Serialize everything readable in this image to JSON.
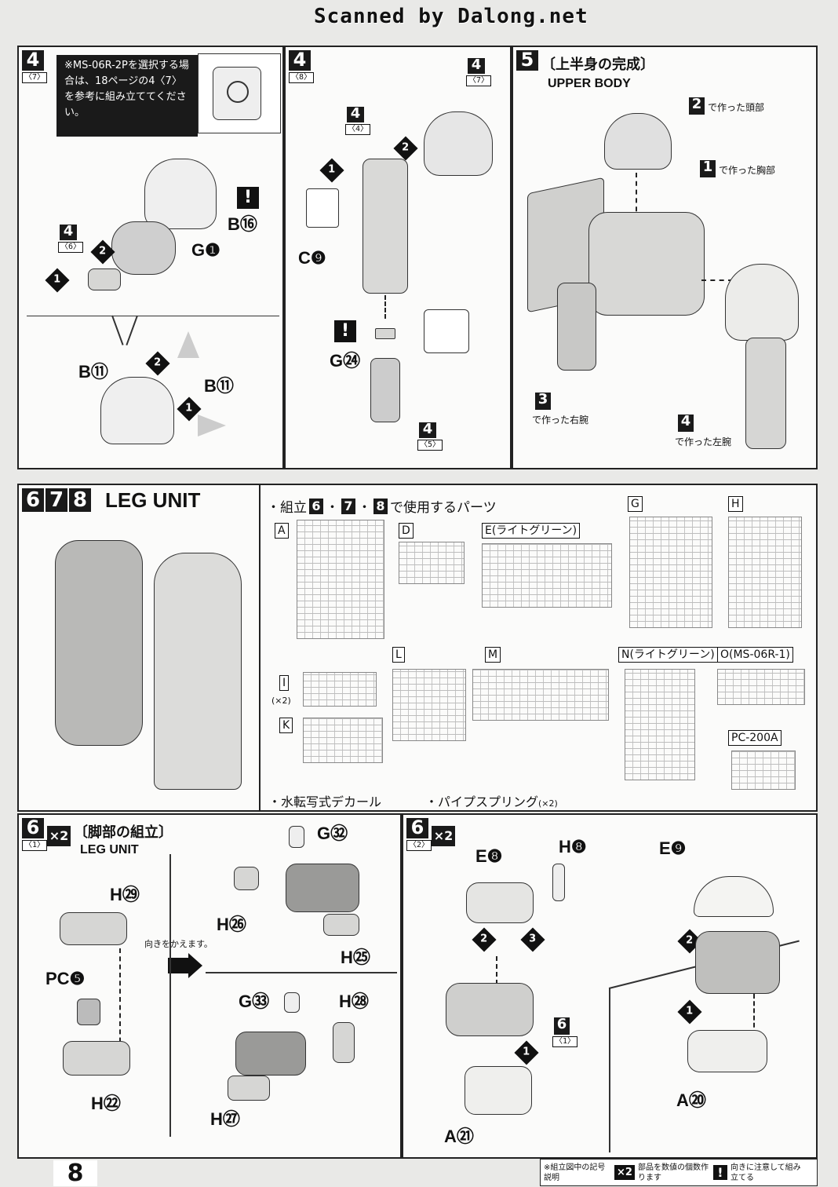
{
  "header": {
    "scan_credit": "Scanned by Dalong.net"
  },
  "panels": {
    "step4_7": {
      "num": "4",
      "sub": "〈7〉",
      "note": "※MS-06R-2Pを選択する場合は、18ページの4〈7〉を参考に組み立ててください。",
      "labels": [
        "B⑯",
        "G❶",
        "B⑪",
        "B⑪"
      ],
      "ref": {
        "num": "4",
        "sub": "〈6〉"
      }
    },
    "step4_8": {
      "num": "4",
      "sub": "〈8〉",
      "labels": [
        "C❾",
        "G㉔"
      ],
      "refs": [
        {
          "num": "4",
          "sub": "〈4〉"
        },
        {
          "num": "4",
          "sub": "〈7〉"
        },
        {
          "num": "4",
          "sub": "〈5〉"
        }
      ]
    },
    "step5": {
      "num": "5",
      "title": "〔上半身の完成〕",
      "subtitle": "UPPER BODY",
      "callouts": [
        {
          "num": "2",
          "text": "で作った頭部"
        },
        {
          "num": "1",
          "text": "で作った胸部"
        },
        {
          "num": "3",
          "text": "で作った右腕"
        },
        {
          "num": "4",
          "text": "で作った左腕"
        }
      ]
    },
    "leg_unit": {
      "nums": [
        "6",
        "7",
        "8"
      ],
      "title": "LEG UNIT",
      "parts_heading_pre": "・組立",
      "parts_heading_post": "で使用するパーツ",
      "sheets": [
        "A",
        "D",
        "E(ライトグリーン)",
        "G",
        "H",
        "I",
        "L",
        "M",
        "N(ライトグリーン)",
        "O(MS-06R-1)",
        "K",
        "PC-200A"
      ],
      "i_count": "(×2)",
      "decal": "・水転写式デカール",
      "spring": "・パイプスプリング",
      "spring_count": "(×2)"
    },
    "step6_1": {
      "num": "6",
      "sub": "〈1〉",
      "x2": "×2",
      "title": "〔脚部の組立〕",
      "subtitle": "LEG UNIT",
      "turn_note": "向きをかえます。",
      "labels": [
        "G㉜",
        "H㉙",
        "H㉖",
        "H㉕",
        "PC❺",
        "H㉒",
        "G㉝",
        "H㉘",
        "H㉗"
      ]
    },
    "step6_2": {
      "num": "6",
      "sub": "〈2〉",
      "x2": "×2",
      "labels": [
        "E❽",
        "H❽",
        "A㉑",
        "E❾",
        "A⑳"
      ],
      "ref": {
        "num": "6",
        "sub": "〈1〉"
      }
    }
  },
  "footer": {
    "page_number": "8",
    "legend_title": "※組立図中の記号説明",
    "x2_symbol": "×2",
    "x2_text": "部品を数値の個数作ります",
    "warn_symbol": "!",
    "warn_text": "向きに注意して組み立てる"
  }
}
